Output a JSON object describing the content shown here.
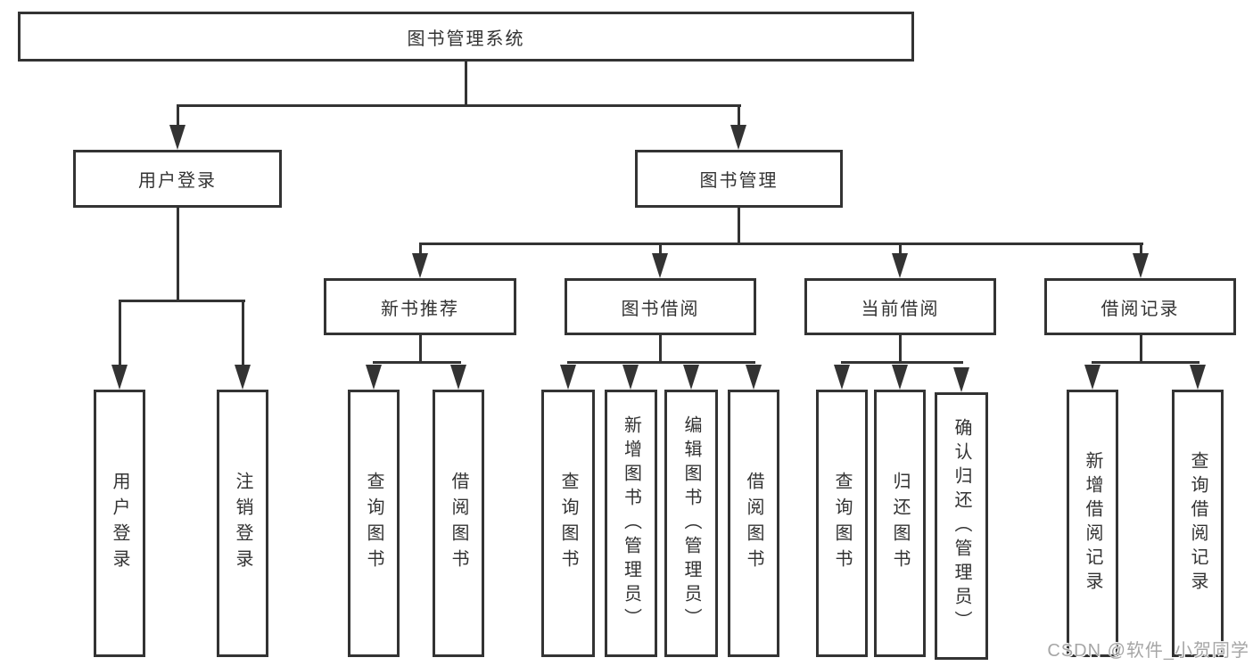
{
  "tree": {
    "root": {
      "label": "图书管理系统"
    },
    "login_branch": {
      "label": "用户登录",
      "children": [
        {
          "label": "用户登录"
        },
        {
          "label": "注销登录"
        }
      ]
    },
    "manage_branch": {
      "label": "图书管理",
      "sections": [
        {
          "label": "新书推荐",
          "children": [
            {
              "label": "查询图书"
            },
            {
              "label": "借阅图书"
            }
          ]
        },
        {
          "label": "图书借阅",
          "children": [
            {
              "label": "查询图书"
            },
            {
              "label": "新增图书（管理员）"
            },
            {
              "label": "编辑图书（管理员）"
            },
            {
              "label": "借阅图书"
            }
          ]
        },
        {
          "label": "当前借阅",
          "children": [
            {
              "label": "查询图书"
            },
            {
              "label": "归还图书"
            },
            {
              "label": "确认归还（管理员）"
            }
          ]
        },
        {
          "label": "借阅记录",
          "children": [
            {
              "label": "新增借阅记录"
            },
            {
              "label": "查询借阅记录"
            }
          ]
        }
      ]
    }
  },
  "watermark": {
    "text": "CSDN @软件_小贺同学"
  },
  "colors": {
    "line": "#333333",
    "box_border": "#333333",
    "box_fill": "#ffffff",
    "text": "#333333",
    "watermark": "#a6a6a6",
    "background": "#ffffff"
  }
}
